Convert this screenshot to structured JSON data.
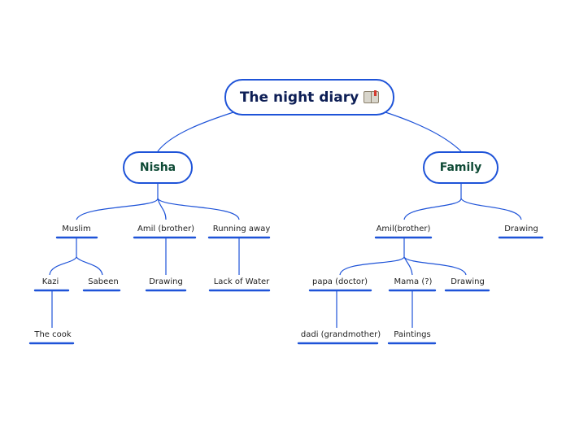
{
  "root": {
    "label": "The night diary",
    "icon": "open-book-icon"
  },
  "branches": {
    "nisha": {
      "label": "Nisha"
    },
    "family": {
      "label": "Family"
    }
  },
  "nodes": {
    "muslim": "Muslim",
    "kazi": "Kazi",
    "the_cook": "The cook",
    "sabeen": "Sabeen",
    "amil_brother_nisha": "Amil (brother)",
    "drawing_nisha": "Drawing",
    "running_away": "Running away",
    "lack_of_water": "Lack of Water",
    "amil_brother_family": "Amil(brother)",
    "papa_doctor": "papa (doctor)",
    "dadi": "dadi (grandmother)",
    "mama": "Mama (?)",
    "paintings": "Paintings",
    "drawing_amil": "Drawing",
    "drawing_family": "Drawing"
  },
  "colors": {
    "line": "#1e53d8",
    "underline": "#1e53d8",
    "root_text": "#0d1e55",
    "branch_text": "#0e4a35"
  }
}
